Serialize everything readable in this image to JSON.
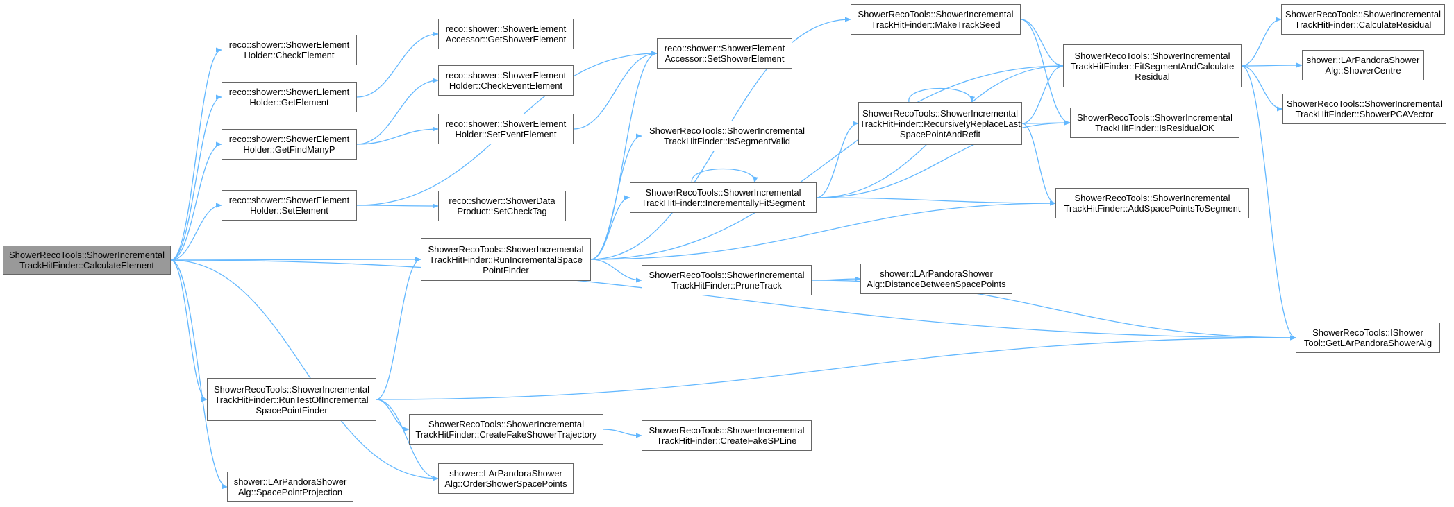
{
  "nodes": [
    {
      "id": "calc",
      "lines": [
        "ShowerRecoTools::ShowerIncremental",
        "TrackHitFinder::CalculateElement"
      ]
    },
    {
      "id": "checkel",
      "lines": [
        "reco::shower::ShowerElement",
        "Holder::CheckElement"
      ]
    },
    {
      "id": "getel",
      "lines": [
        "reco::shower::ShowerElement",
        "Holder::GetElement"
      ]
    },
    {
      "id": "getfind",
      "lines": [
        "reco::shower::ShowerElement",
        "Holder::GetFindManyP"
      ]
    },
    {
      "id": "setel",
      "lines": [
        "reco::shower::ShowerElement",
        "Holder::SetElement"
      ]
    },
    {
      "id": "runtest",
      "lines": [
        "ShowerRecoTools::ShowerIncremental",
        "TrackHitFinder::RunTestOfIncremental",
        "SpacePointFinder"
      ]
    },
    {
      "id": "spproj",
      "lines": [
        "shower::LArPandoraShower",
        "Alg::SpacePointProjection"
      ]
    },
    {
      "id": "accget",
      "lines": [
        "reco::shower::ShowerElement",
        "Accessor::GetShowerElement"
      ]
    },
    {
      "id": "checkev",
      "lines": [
        "reco::shower::ShowerElement",
        "Holder::CheckEventElement"
      ]
    },
    {
      "id": "setev",
      "lines": [
        "reco::shower::ShowerElement",
        "Holder::SetEventElement"
      ]
    },
    {
      "id": "setcheck",
      "lines": [
        "reco::shower::ShowerData",
        "Product::SetCheckTag"
      ]
    },
    {
      "id": "runinc",
      "lines": [
        "ShowerRecoTools::ShowerIncremental",
        "TrackHitFinder::RunIncrementalSpace",
        "PointFinder"
      ]
    },
    {
      "id": "createfake",
      "lines": [
        "ShowerRecoTools::ShowerIncremental",
        "TrackHitFinder::CreateFakeShowerTrajectory"
      ]
    },
    {
      "id": "order",
      "lines": [
        "shower::LArPandoraShower",
        "Alg::OrderShowerSpacePoints"
      ]
    },
    {
      "id": "accset",
      "lines": [
        "reco::shower::ShowerElement",
        "Accessor::SetShowerElement"
      ]
    },
    {
      "id": "isvalid",
      "lines": [
        "ShowerRecoTools::ShowerIncremental",
        "TrackHitFinder::IsSegmentValid"
      ]
    },
    {
      "id": "incfit",
      "lines": [
        "ShowerRecoTools::ShowerIncremental",
        "TrackHitFinder::IncrementallyFitSegment"
      ]
    },
    {
      "id": "prune",
      "lines": [
        "ShowerRecoTools::ShowerIncremental",
        "TrackHitFinder::PruneTrack"
      ]
    },
    {
      "id": "fakespl",
      "lines": [
        "ShowerRecoTools::ShowerIncremental",
        "TrackHitFinder::CreateFakeSPLine"
      ]
    },
    {
      "id": "makeseed",
      "lines": [
        "ShowerRecoTools::ShowerIncremental",
        "TrackHitFinder::MakeTrackSeed"
      ]
    },
    {
      "id": "recreplace",
      "lines": [
        "ShowerRecoTools::ShowerIncremental",
        "TrackHitFinder::RecursivelyReplaceLast",
        "SpacePointAndRefit"
      ]
    },
    {
      "id": "distance",
      "lines": [
        "shower::LArPandoraShower",
        "Alg::DistanceBetweenSpacePoints"
      ]
    },
    {
      "id": "fitseg",
      "lines": [
        "ShowerRecoTools::ShowerIncremental",
        "TrackHitFinder::FitSegmentAndCalculate",
        "Residual"
      ]
    },
    {
      "id": "isresid",
      "lines": [
        "ShowerRecoTools::ShowerIncremental",
        "TrackHitFinder::IsResidualOK"
      ]
    },
    {
      "id": "addsp",
      "lines": [
        "ShowerRecoTools::ShowerIncremental",
        "TrackHitFinder::AddSpacePointsToSegment"
      ]
    },
    {
      "id": "calcres",
      "lines": [
        "ShowerRecoTools::ShowerIncremental",
        "TrackHitFinder::CalculateResidual"
      ]
    },
    {
      "id": "centre",
      "lines": [
        "shower::LArPandoraShower",
        "Alg::ShowerCentre"
      ]
    },
    {
      "id": "pca",
      "lines": [
        "ShowerRecoTools::ShowerIncremental",
        "TrackHitFinder::ShowerPCAVector"
      ]
    },
    {
      "id": "getalg",
      "lines": [
        "ShowerRecoTools::IShower",
        "Tool::GetLArPandoraShowerAlg"
      ]
    }
  ],
  "edges": [
    [
      "calc",
      "checkel"
    ],
    [
      "calc",
      "getel"
    ],
    [
      "calc",
      "getfind"
    ],
    [
      "calc",
      "setel"
    ],
    [
      "calc",
      "runinc"
    ],
    [
      "calc",
      "getalg"
    ],
    [
      "calc",
      "runtest"
    ],
    [
      "calc",
      "order"
    ],
    [
      "calc",
      "spproj"
    ],
    [
      "getel",
      "accget"
    ],
    [
      "getfind",
      "checkev"
    ],
    [
      "getfind",
      "setev"
    ],
    [
      "setel",
      "accset"
    ],
    [
      "setel",
      "setcheck"
    ],
    [
      "setev",
      "accset"
    ],
    [
      "runinc",
      "accset"
    ],
    [
      "runinc",
      "isvalid"
    ],
    [
      "runinc",
      "incfit"
    ],
    [
      "runinc",
      "prune"
    ],
    [
      "runinc",
      "makeseed"
    ],
    [
      "runinc",
      "fitseg"
    ],
    [
      "runinc",
      "addsp"
    ],
    [
      "runtest",
      "runinc"
    ],
    [
      "runtest",
      "createfake"
    ],
    [
      "runtest",
      "order"
    ],
    [
      "runtest",
      "getalg"
    ],
    [
      "createfake",
      "fakespl"
    ],
    [
      "incfit",
      "incfit"
    ],
    [
      "incfit",
      "recreplace"
    ],
    [
      "incfit",
      "isresid"
    ],
    [
      "incfit",
      "addsp"
    ],
    [
      "incfit",
      "fitseg"
    ],
    [
      "prune",
      "distance"
    ],
    [
      "prune",
      "getalg"
    ],
    [
      "makeseed",
      "fitseg"
    ],
    [
      "makeseed",
      "isresid"
    ],
    [
      "recreplace",
      "recreplace"
    ],
    [
      "recreplace",
      "fitseg"
    ],
    [
      "recreplace",
      "isresid"
    ],
    [
      "recreplace",
      "addsp"
    ],
    [
      "fitseg",
      "calcres"
    ],
    [
      "fitseg",
      "centre"
    ],
    [
      "fitseg",
      "pca"
    ],
    [
      "fitseg",
      "getalg"
    ]
  ],
  "colors": {
    "edge": "#63b8ff",
    "node_border": "#666666",
    "root_fill": "#999999",
    "node_fill": "#ffffff"
  }
}
